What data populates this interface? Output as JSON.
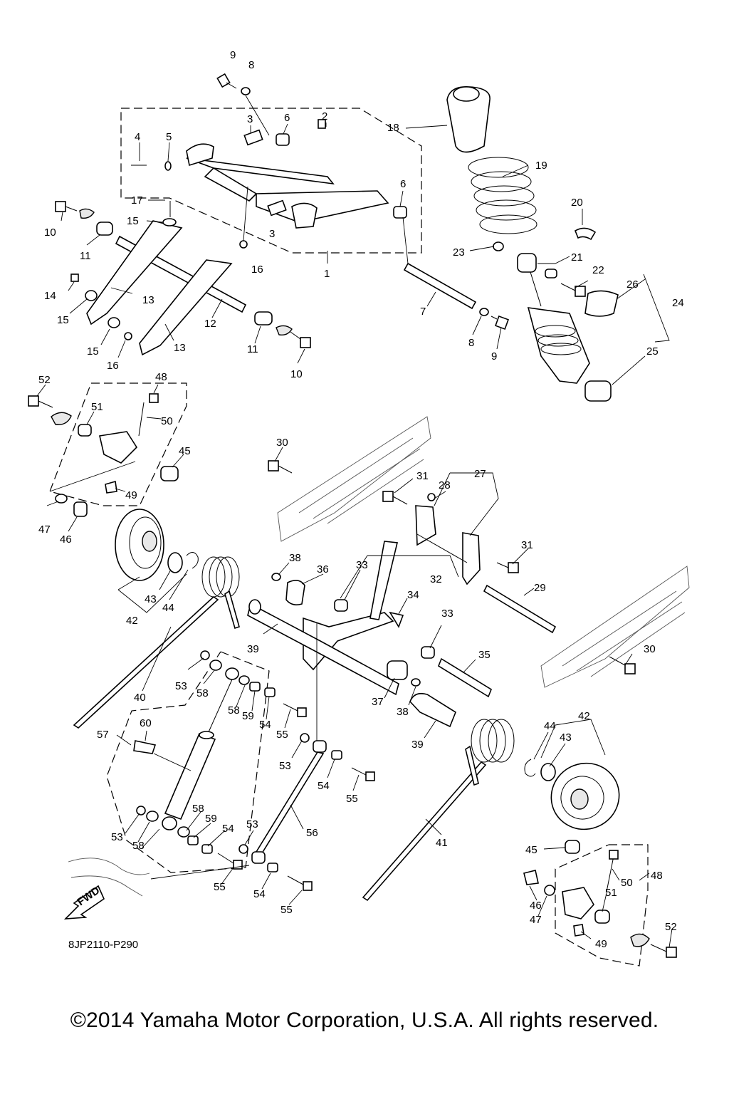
{
  "diagram": {
    "drawing_code": "8JP2110-P290",
    "copyright": "©2014 Yamaha Motor Corporation, U.S.A. All rights reserved.",
    "fwd_label": "FWD",
    "callouts": [
      {
        "id": "c9a",
        "label": "9"
      },
      {
        "id": "c8a",
        "label": "8"
      },
      {
        "id": "c3a",
        "label": "3"
      },
      {
        "id": "c6a",
        "label": "6"
      },
      {
        "id": "c2",
        "label": "2"
      },
      {
        "id": "c18",
        "label": "18"
      },
      {
        "id": "c4",
        "label": "4"
      },
      {
        "id": "c5",
        "label": "5"
      },
      {
        "id": "c19",
        "label": "19"
      },
      {
        "id": "c6b",
        "label": "6"
      },
      {
        "id": "c17",
        "label": "17"
      },
      {
        "id": "c20",
        "label": "20"
      },
      {
        "id": "c10a",
        "label": "10"
      },
      {
        "id": "c15a",
        "label": "15"
      },
      {
        "id": "c3b",
        "label": "3"
      },
      {
        "id": "c11a",
        "label": "11"
      },
      {
        "id": "c16a",
        "label": "16"
      },
      {
        "id": "c23",
        "label": "23"
      },
      {
        "id": "c21",
        "label": "21"
      },
      {
        "id": "c1",
        "label": "1"
      },
      {
        "id": "c22",
        "label": "22"
      },
      {
        "id": "c14",
        "label": "14"
      },
      {
        "id": "c26",
        "label": "26"
      },
      {
        "id": "c13a",
        "label": "13"
      },
      {
        "id": "c24",
        "label": "24"
      },
      {
        "id": "c15b",
        "label": "15"
      },
      {
        "id": "c12",
        "label": "12"
      },
      {
        "id": "c7",
        "label": "7"
      },
      {
        "id": "c15c",
        "label": "15"
      },
      {
        "id": "c13b",
        "label": "13"
      },
      {
        "id": "c11b",
        "label": "11"
      },
      {
        "id": "c8b",
        "label": "8"
      },
      {
        "id": "c9b",
        "label": "9"
      },
      {
        "id": "c16b",
        "label": "16"
      },
      {
        "id": "c25",
        "label": "25"
      },
      {
        "id": "c10b",
        "label": "10"
      },
      {
        "id": "c52a",
        "label": "52"
      },
      {
        "id": "c48a",
        "label": "48"
      },
      {
        "id": "c51a",
        "label": "51"
      },
      {
        "id": "c50a",
        "label": "50"
      },
      {
        "id": "c30a",
        "label": "30"
      },
      {
        "id": "c45a",
        "label": "45"
      },
      {
        "id": "c27",
        "label": "27"
      },
      {
        "id": "c31a",
        "label": "31"
      },
      {
        "id": "c28",
        "label": "28"
      },
      {
        "id": "c49a",
        "label": "49"
      },
      {
        "id": "c47a",
        "label": "47"
      },
      {
        "id": "c46a",
        "label": "46"
      },
      {
        "id": "c31b",
        "label": "31"
      },
      {
        "id": "c38a",
        "label": "38"
      },
      {
        "id": "c36",
        "label": "36"
      },
      {
        "id": "c33a",
        "label": "33"
      },
      {
        "id": "c32",
        "label": "32"
      },
      {
        "id": "c29",
        "label": "29"
      },
      {
        "id": "c34",
        "label": "34"
      },
      {
        "id": "c43a",
        "label": "43"
      },
      {
        "id": "c44a",
        "label": "44"
      },
      {
        "id": "c42a",
        "label": "42"
      },
      {
        "id": "c33b",
        "label": "33"
      },
      {
        "id": "c39a",
        "label": "39"
      },
      {
        "id": "c30b",
        "label": "30"
      },
      {
        "id": "c35",
        "label": "35"
      },
      {
        "id": "c53a",
        "label": "53"
      },
      {
        "id": "c58a",
        "label": "58"
      },
      {
        "id": "c40",
        "label": "40"
      },
      {
        "id": "c37",
        "label": "37"
      },
      {
        "id": "c38b",
        "label": "38"
      },
      {
        "id": "c58b",
        "label": "58"
      },
      {
        "id": "c59a",
        "label": "59"
      },
      {
        "id": "c54a",
        "label": "54"
      },
      {
        "id": "c42b",
        "label": "42"
      },
      {
        "id": "c60",
        "label": "60"
      },
      {
        "id": "c55a",
        "label": "55"
      },
      {
        "id": "c57",
        "label": "57"
      },
      {
        "id": "c39b",
        "label": "39"
      },
      {
        "id": "c44b",
        "label": "44"
      },
      {
        "id": "c43b",
        "label": "43"
      },
      {
        "id": "c53b",
        "label": "53"
      },
      {
        "id": "c54b",
        "label": "54"
      },
      {
        "id": "c55b",
        "label": "55"
      },
      {
        "id": "c58c",
        "label": "58"
      },
      {
        "id": "c59b",
        "label": "59"
      },
      {
        "id": "c56",
        "label": "56"
      },
      {
        "id": "c54c",
        "label": "54"
      },
      {
        "id": "c53c",
        "label": "53"
      },
      {
        "id": "c41",
        "label": "41"
      },
      {
        "id": "c53d",
        "label": "53"
      },
      {
        "id": "c58d",
        "label": "58"
      },
      {
        "id": "c45b",
        "label": "45"
      },
      {
        "id": "c50b",
        "label": "50"
      },
      {
        "id": "c48b",
        "label": "48"
      },
      {
        "id": "c55c",
        "label": "55"
      },
      {
        "id": "c54d",
        "label": "54"
      },
      {
        "id": "c51b",
        "label": "51"
      },
      {
        "id": "c46b",
        "label": "46"
      },
      {
        "id": "c47b",
        "label": "47"
      },
      {
        "id": "c55d",
        "label": "55"
      },
      {
        "id": "c52b",
        "label": "52"
      },
      {
        "id": "c49b",
        "label": "49"
      }
    ]
  }
}
